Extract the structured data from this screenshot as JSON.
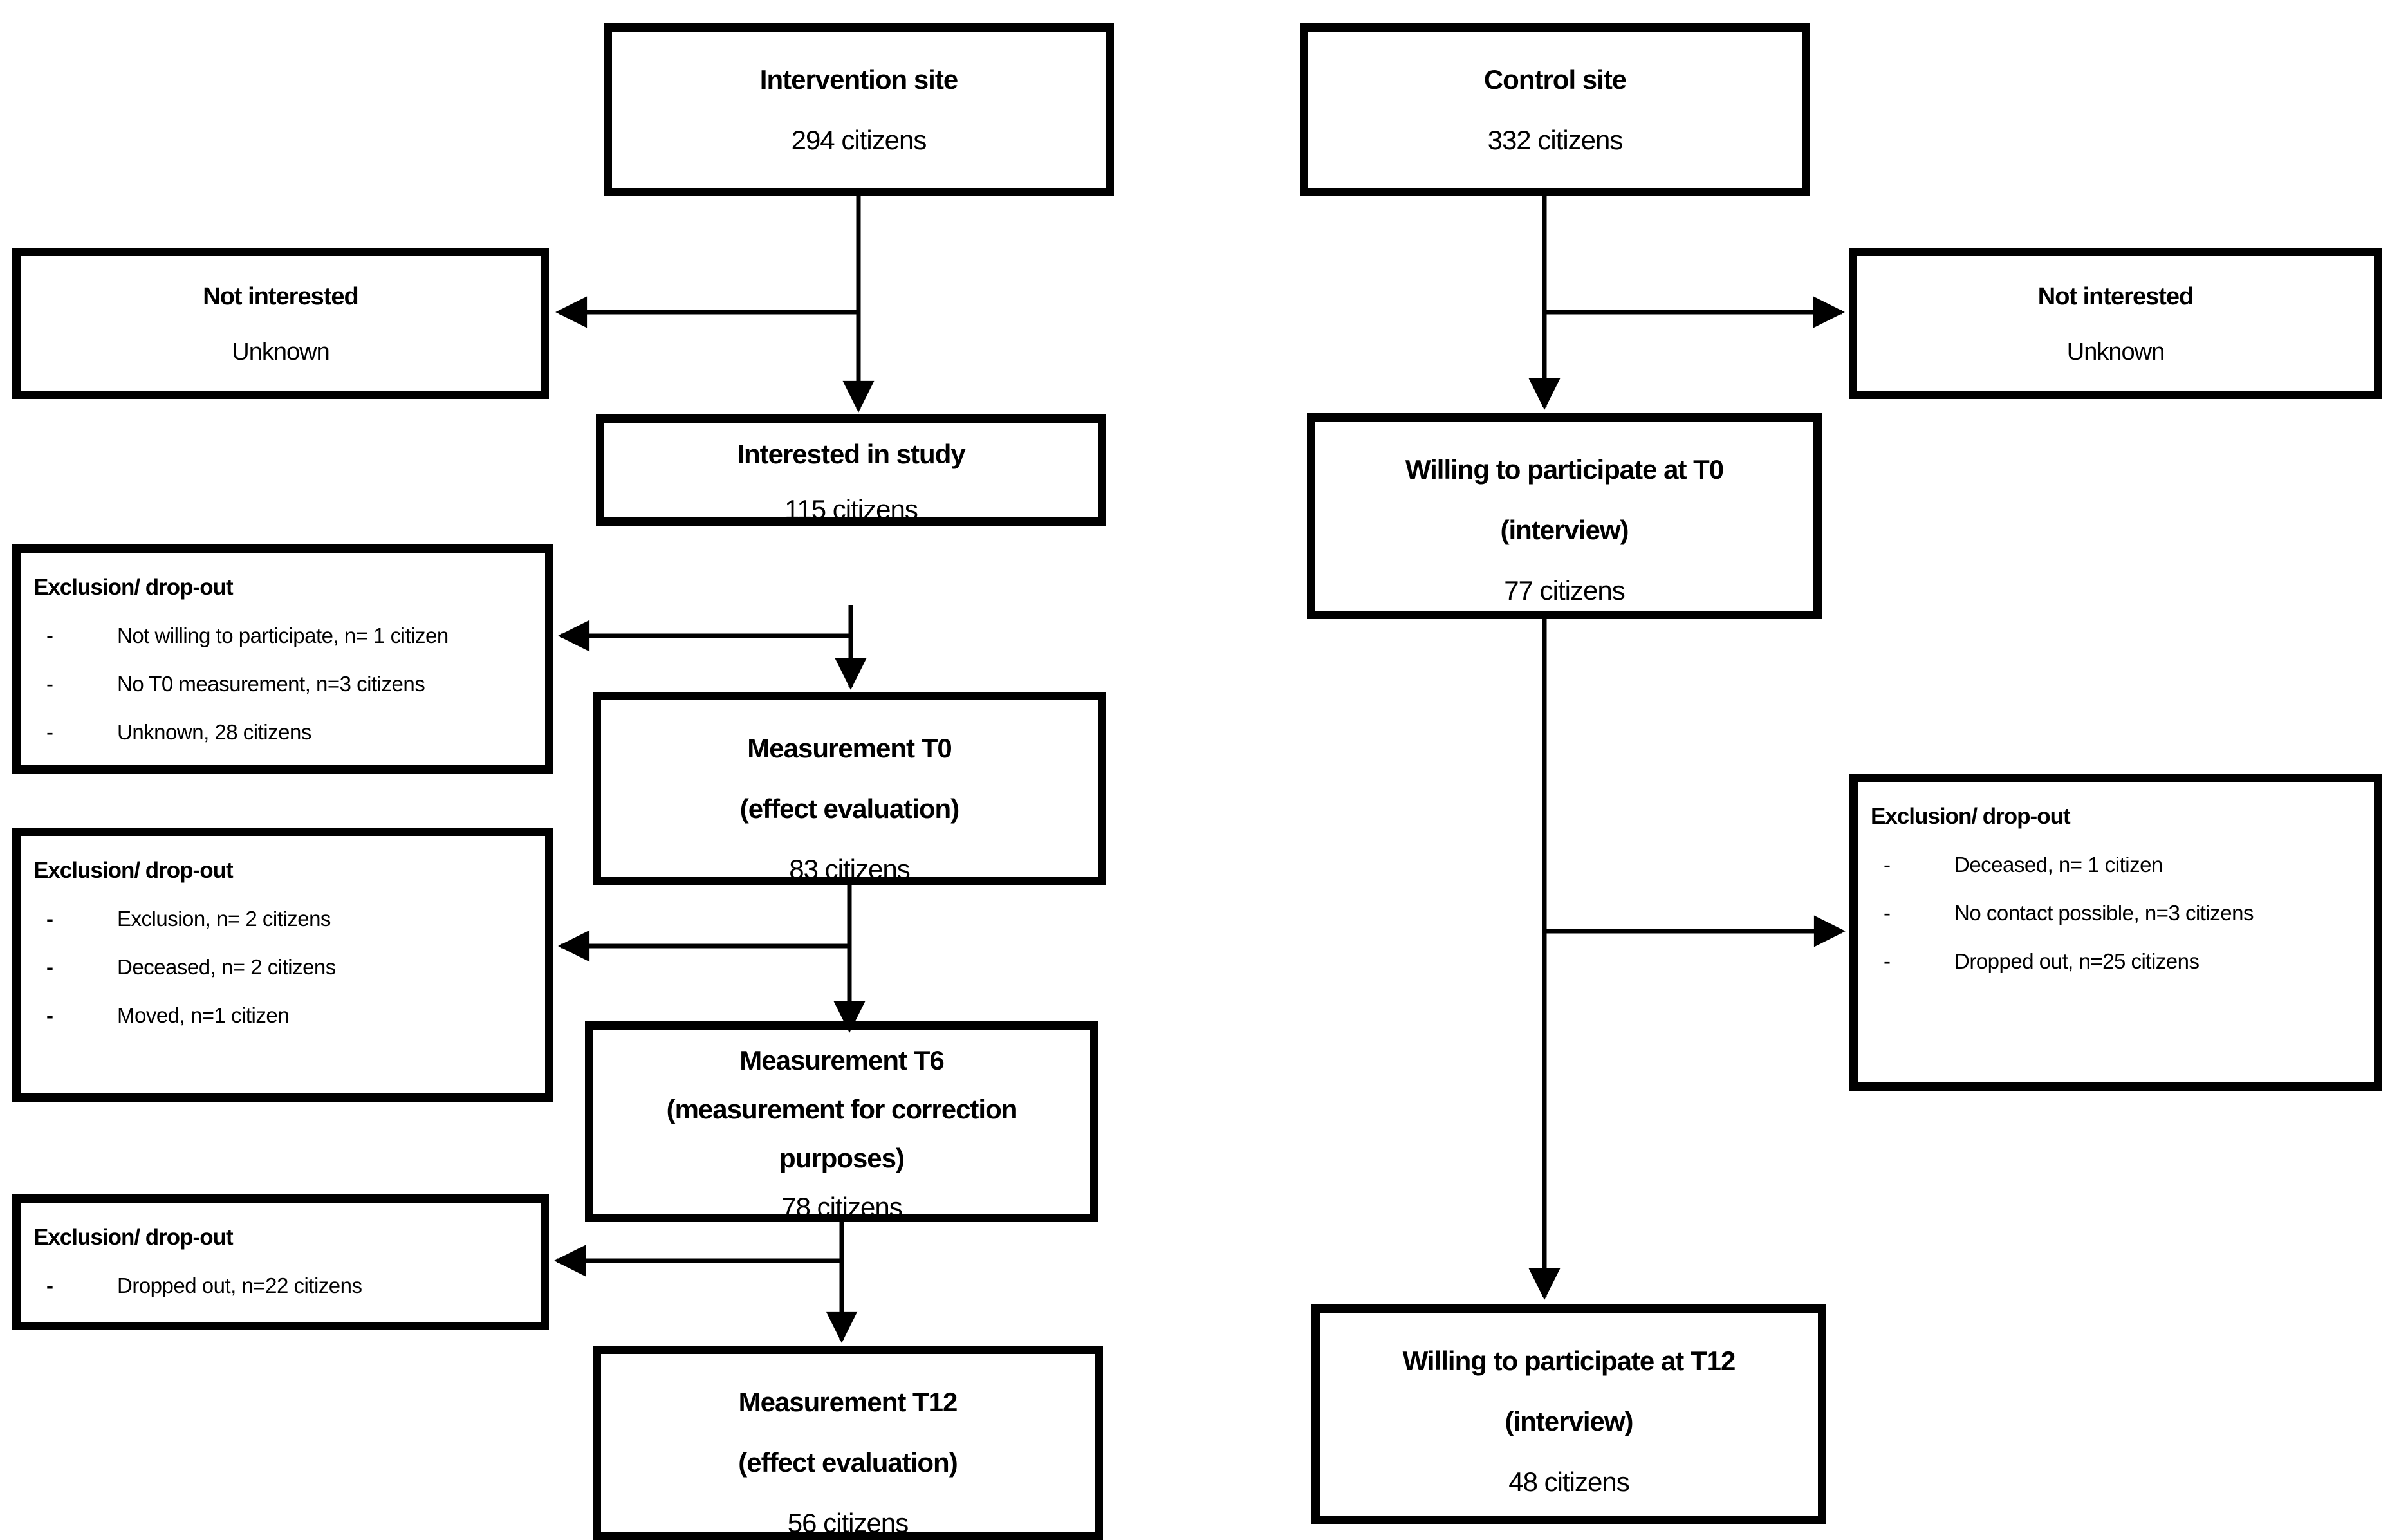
{
  "bullet_char": "-",
  "colors": {
    "line": "#000000",
    "box_border": "#000000",
    "text": "#000000",
    "background": "#ffffff"
  },
  "boxes": {
    "intervention_site": {
      "title": "Intervention site",
      "count": "294 citizens"
    },
    "control_site": {
      "title": "Control site",
      "count": "332 citizens"
    },
    "not_interested_left": {
      "title": "Not interested",
      "subtitle": "Unknown"
    },
    "not_interested_right": {
      "title": "Not interested",
      "subtitle": "Unknown"
    },
    "interested_in_study": {
      "title": "Interested in study",
      "count": "115 citizens"
    },
    "measurement_t0": {
      "title": "Measurement T0",
      "subtitle": "(effect evaluation)",
      "count": "83 citizens"
    },
    "measurement_t6": {
      "title": "Measurement T6",
      "subtitle": "(measurement for correction purposes)",
      "count": "78 citizens"
    },
    "measurement_t12": {
      "title": "Measurement T12",
      "subtitle": "(effect evaluation)",
      "count": "56 citizens"
    },
    "willing_t0": {
      "title": "Willing to participate at T0",
      "subtitle": "(interview)",
      "count": "77 citizens"
    },
    "willing_t12": {
      "title": "Willing to participate at T12",
      "subtitle": "(interview)",
      "count": "48 citizens"
    },
    "exclusion_left_1": {
      "title": "Exclusion/ drop-out",
      "items": [
        "Not willing to participate, n= 1 citizen",
        "No T0 measurement, n=3 citizens",
        "Unknown, 28 citizens"
      ]
    },
    "exclusion_left_2": {
      "title": "Exclusion/ drop-out",
      "items": [
        "Exclusion, n= 2 citizens",
        "Deceased, n= 2 citizens",
        "Moved, n=1 citizen"
      ]
    },
    "exclusion_left_3": {
      "title": "Exclusion/ drop-out",
      "items": [
        "Dropped out, n=22 citizens"
      ]
    },
    "exclusion_right": {
      "title": "Exclusion/ drop-out",
      "items": [
        "Deceased, n= 1 citizen",
        "No contact possible, n=3 citizens",
        "Dropped out, n=25 citizens"
      ]
    }
  }
}
